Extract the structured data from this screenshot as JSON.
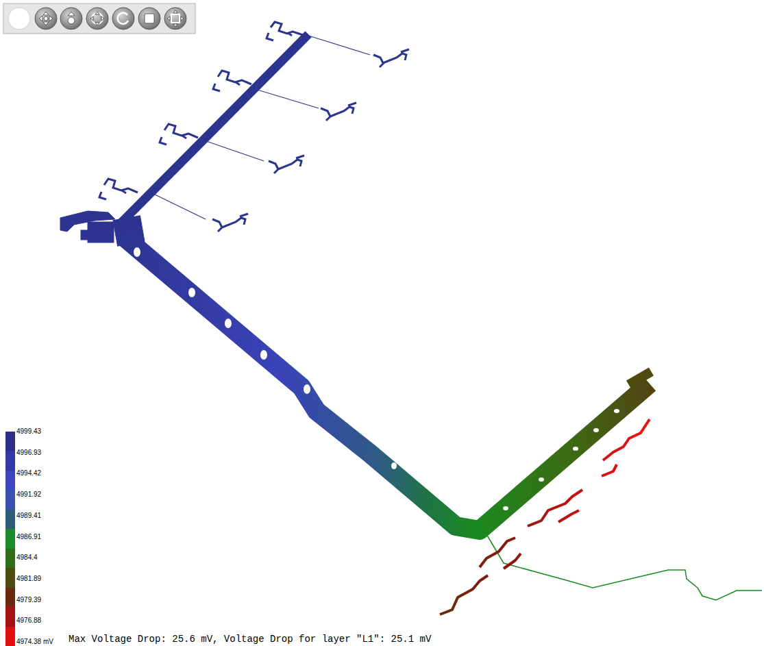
{
  "diagram": {
    "caption": "Max Voltage Drop: 25.6 mV, Voltage Drop for layer \"L1\": 25.1 mV",
    "legend": [
      {
        "text": "4999.43",
        "color": "#2b2f8a"
      },
      {
        "text": "4996.93",
        "color": "#3339a6"
      },
      {
        "text": "4994.42",
        "color": "#3d45c0"
      },
      {
        "text": "4991.92",
        "color": "#3a52b0"
      },
      {
        "text": "4989.41",
        "color": "#2d5c78"
      },
      {
        "text": "4986.91",
        "color": "#1b8a2a"
      },
      {
        "text": "4984.4",
        "color": "#2e6e18"
      },
      {
        "text": "4981.89",
        "color": "#4f4a10"
      },
      {
        "text": "4979.39",
        "color": "#6a2a10"
      },
      {
        "text": "4976.88",
        "color": "#a51212"
      },
      {
        "text": "4974.38 mV",
        "color": "#e01010"
      }
    ]
  }
}
